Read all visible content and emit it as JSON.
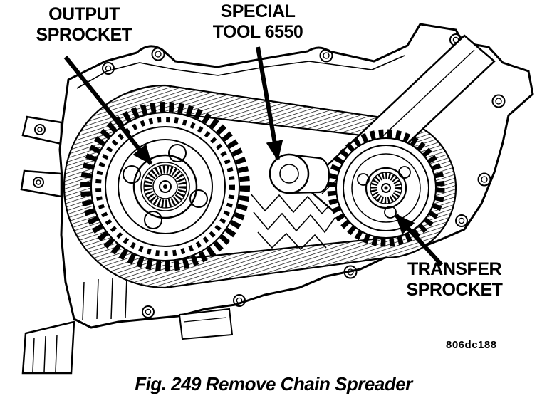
{
  "figure": {
    "caption": "Fig. 249 Remove Chain Spreader",
    "drawing_code": "806dc188"
  },
  "callouts": {
    "output_sprocket": "OUTPUT\nSPROCKET",
    "special_tool": "SPECIAL\nTOOL 6550",
    "transfer_sprocket": "TRANSFER\nSPROCKET"
  },
  "colors": {
    "ink": "#000000",
    "paper": "#ffffff"
  }
}
